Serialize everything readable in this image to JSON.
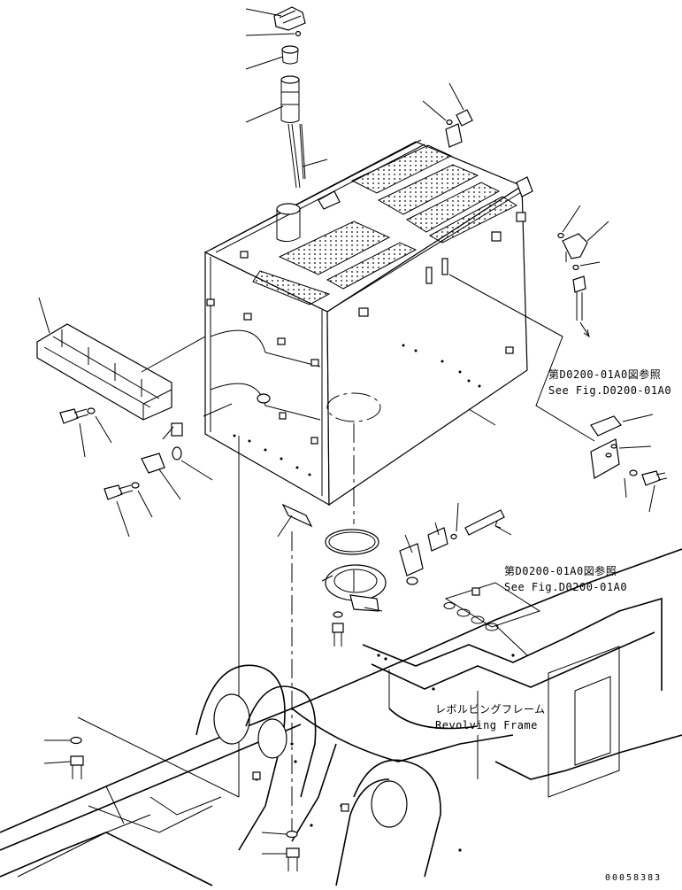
{
  "references": [
    {
      "jp": "第D0200-01A0図参照",
      "en": "See Fig.D0200-01A0"
    },
    {
      "jp": "第D0200-01A0図参照",
      "en": "See Fig.D0200-01A0"
    }
  ],
  "frame_label": {
    "jp": "レボルビングフレーム",
    "en": "Revolving Frame"
  },
  "drawing_number": "00058383"
}
